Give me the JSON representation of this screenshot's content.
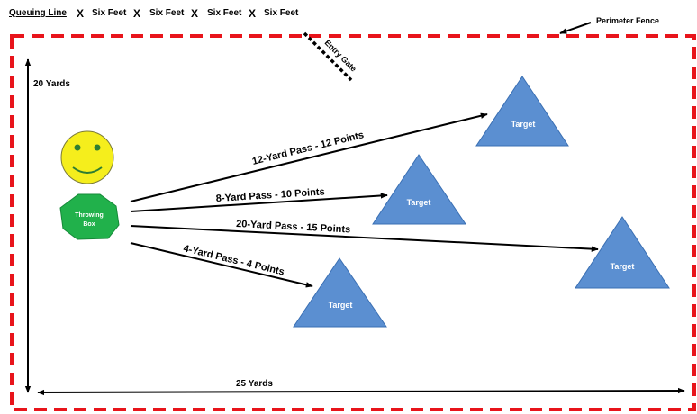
{
  "queue": {
    "label": "Queuing Line",
    "items": [
      "X",
      "Six Feet",
      "X",
      "Six Feet",
      "X",
      "Six Feet",
      "X",
      "Six Feet"
    ]
  },
  "labels": {
    "perimeter": "Perimeter Fence",
    "entry_gate": "Entry Gate",
    "height": "20 Yards",
    "width": "25 Yards",
    "throwing_box": [
      "Throwing",
      "Box"
    ],
    "target": "Target"
  },
  "passes": [
    "12-Yard Pass - 12 Points",
    "8-Yard Pass - 10 Points",
    "20-Yard Pass - 15 Points",
    "4-Yard Pass - 4 Points"
  ],
  "colors": {
    "fence": "#e8141b",
    "target_fill": "#5b8fd1",
    "target_stroke": "#3a6fb3",
    "box_fill": "#21b14b",
    "smiley_fill": "#f5ee1c"
  }
}
